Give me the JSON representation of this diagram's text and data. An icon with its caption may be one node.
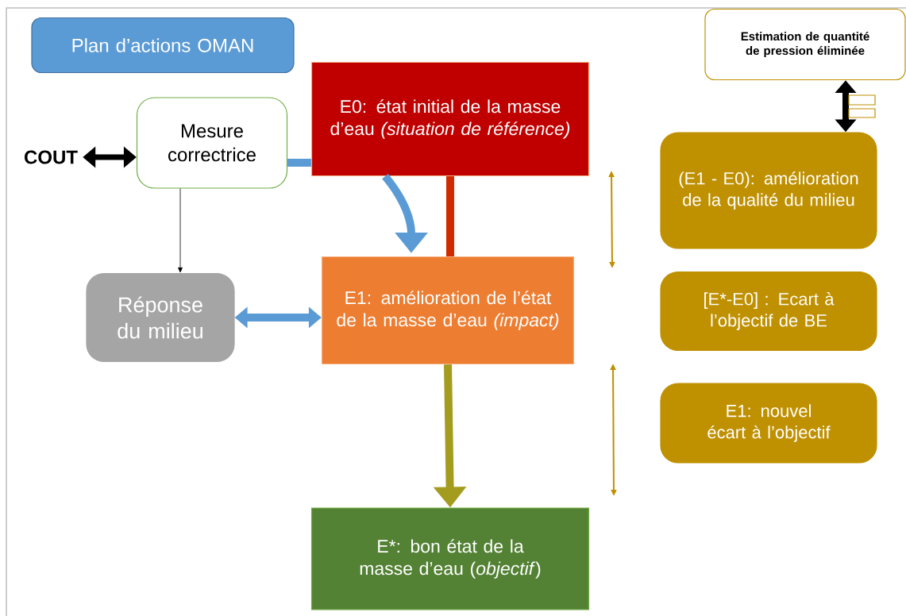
{
  "diagram": {
    "nodes": [
      {
        "text": [
          "Plan d’actions OMAN"
        ]
      },
      {
        "text": [
          "COUT"
        ]
      },
      {
        "text": [
          "Mesure correctrice"
        ]
      },
      {
        "text": [
          "E0: état initial de la masse d’eau *(situation de référence)*"
        ]
      },
      {
        "text": [
          "E1: amélioration de l’état de la masse d’eau *(impact)*"
        ]
      },
      {
        "text": [
          "Réponse du milieu"
        ]
      },
      {
        "text": [
          "E*: bon état de la masse d’eau (*objectif*)"
        ]
      },
      {
        "text": [
          "Estimation de quantité de pression éliminée"
        ]
      },
      {
        "text": [
          "(E1 - E0): amélioration de la qualité du milieu"
        ]
      },
      {
        "text": [
          "[E*-E0] : Ecart à l’objectif de BE"
        ]
      },
      {
        "text": [
          "E1: nouvel écart à l’objectif"
        ]
      }
    ],
    "edges": [
      {
        "from": 1,
        "to": 2,
        "arrow": "both"
      },
      {
        "from": 2,
        "to": 3,
        "arrow": "none",
        "color": "#5b9bd5"
      },
      {
        "from": 3,
        "to": 4,
        "arrow": "to",
        "color": "#5b9bd5"
      },
      {
        "from": 3,
        "to": 4,
        "arrow": "none",
        "color": "#d02a00"
      },
      {
        "from": 4,
        "to": 6,
        "arrow": "to",
        "color": "#a39c1e"
      },
      {
        "from": 2,
        "to": 5,
        "arrow": "to"
      },
      {
        "from": 5,
        "to": 4,
        "arrow": "both",
        "color": "#5b9bd5"
      },
      {
        "from": 7,
        "to": 8,
        "arrow": "both"
      }
    ]
  }
}
